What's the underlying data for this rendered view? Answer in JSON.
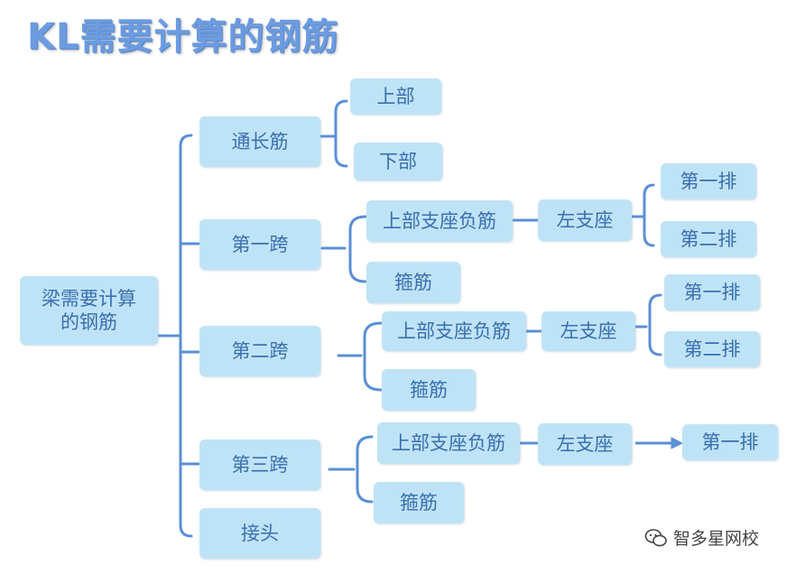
{
  "title": "KL需要计算的钢筋",
  "nodes": {
    "root": "梁需要计算的钢筋",
    "tongchang": "通长筋",
    "shangbu": "上部",
    "xiabu": "下部",
    "kua1": "第一跨",
    "kua2": "第二跨",
    "kua3": "第三跨",
    "jietou": "接头",
    "fujin": "上部支座负筋",
    "gujin": "箍筋",
    "zuozhizuo": "左支座",
    "pai1": "第一排",
    "pai2": "第二排"
  },
  "watermark": {
    "text": "智多星网校",
    "icon": "wechat-icon"
  },
  "colors": {
    "node_fill": "#bfe3f6",
    "node_text": "#3a6fb0",
    "line": "#5b8fd6",
    "title": "#6b9be0"
  }
}
